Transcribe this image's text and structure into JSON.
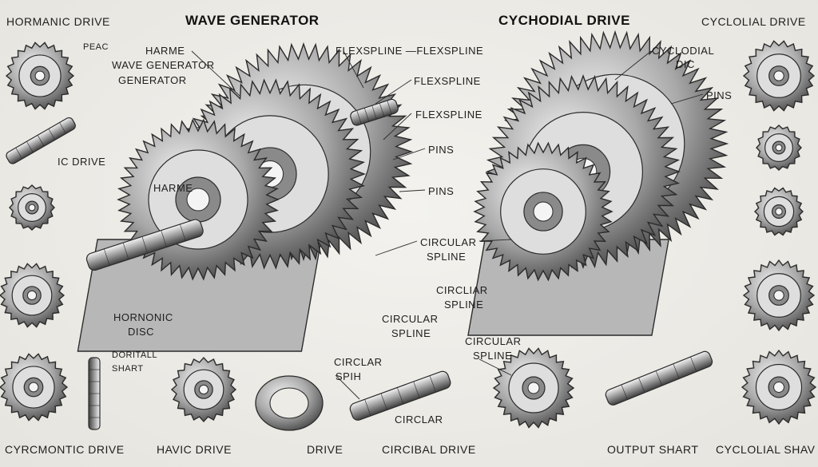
{
  "headers": {
    "wave_generator": "WAVE GENERATOR",
    "cycloidal_drive": "CYCHODIAL DRIVE"
  },
  "labels": {
    "top_left": "HORMANIC DRIVE",
    "top_right": "CYCLOLIAL DRIVE",
    "peac": "PEAC",
    "harme": "HARME",
    "wave_gen": "WAVE GENERATOR",
    "generator": "GENERATOR",
    "flex_top": "FLEXSPLINE —FLEXSPLINE",
    "flex_2": "FLEXSPLINE",
    "flex_3": "FLEXSPLINE",
    "ic_drive": "IC DRIVE",
    "pins_1": "PINS",
    "pins_2": "PINS",
    "pins_right": "PINS",
    "cyc_dic_1": "CYCLODIAL",
    "cyc_dic_2": "DIC",
    "circ_1a": "CIRCULAR",
    "circ_1b": "SPLINE",
    "circ_2a": "CIRCLIAR",
    "circ_2b": "SPLINE",
    "circ_3a": "CIRCULAR",
    "circ_3b": "SPLINE",
    "circ_4a": "CIRCULAR",
    "circ_4b": "SPLINE",
    "hornonic_1": "HORNONIC",
    "hornonic_2": "DISC",
    "circlar_spin_1": "CIRCLAR",
    "circlar_spin_2": "SPIH",
    "circlar": "CIRCLAR",
    "doritall": "DORITALL",
    "shart": "SHART",
    "bottom_1": "CYRCMONTIC  DRIVE",
    "bottom_2": "HAVIC DRIVE",
    "bottom_3": "DRIVE",
    "bottom_4": "CIRCIBAL DRIVE",
    "bottom_5": "OUTPUT SHART",
    "bottom_6": "CYCLOLIAL SHAV"
  },
  "colors": {
    "ink": "#2b2b2b",
    "metal_light": "#cfcfcf",
    "metal_mid": "#8d8d8d",
    "metal_dark": "#4a4a4a",
    "paper": "#ecebe6"
  }
}
